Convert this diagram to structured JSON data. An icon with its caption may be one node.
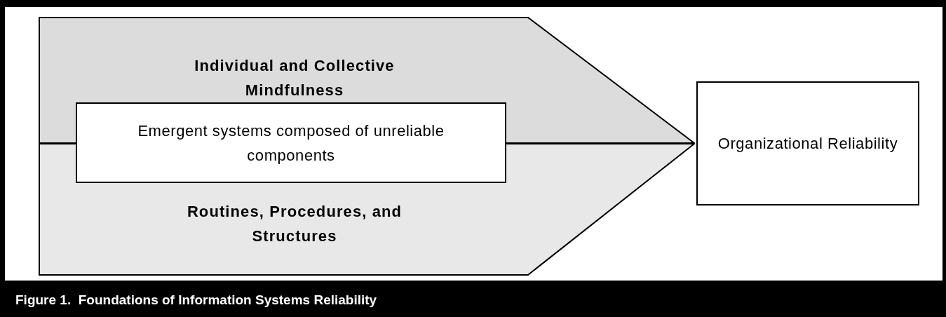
{
  "diagram": {
    "caption": "Figure 1.  Foundations of Information Systems Reliability",
    "nodes": [
      {
        "text": [
          "Individual and Collective Mindfulness"
        ]
      },
      {
        "text": [
          "Routines, Procedures, and Structures"
        ]
      },
      {
        "text": [
          "Emergent systems composed of unreliable components"
        ]
      },
      {
        "text": [
          "Organizational Reliability"
        ]
      }
    ]
  }
}
